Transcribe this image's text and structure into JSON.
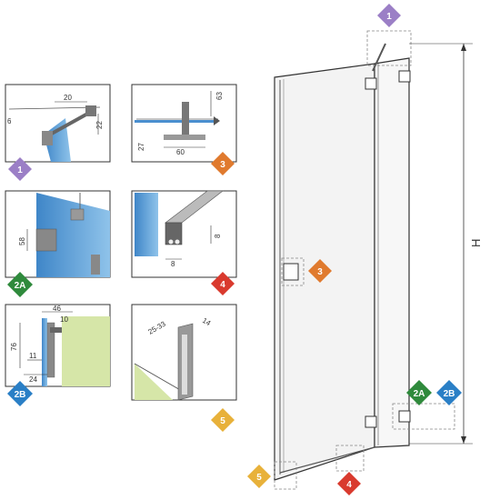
{
  "colors": {
    "purple": "#9b7fc6",
    "orange": "#e07a2e",
    "green": "#2f8a3c",
    "blue": "#2a7fc6",
    "red": "#d93a2e",
    "yellow": "#e8b13a",
    "glass": "#5aa0d8",
    "wall": "#d6e6a8"
  },
  "badges": {
    "b1": "1",
    "b2a": "2A",
    "b2b": "2B",
    "b3": "3",
    "b4": "4",
    "b5": "5"
  },
  "panels": {
    "p1": {
      "d20": "20",
      "d6": "6",
      "d22": "22"
    },
    "p3": {
      "d63": "63",
      "d27": "27",
      "d60": "60"
    },
    "p2a": {
      "d58": "58"
    },
    "p4": {
      "d8a": "8",
      "d8b": "8"
    },
    "p2b": {
      "d46": "46",
      "d10": "10",
      "d76": "76",
      "d11": "11",
      "d24": "24"
    },
    "p5": {
      "d2533": "25-33",
      "d14": "14"
    }
  },
  "main": {
    "height_label": "H"
  }
}
